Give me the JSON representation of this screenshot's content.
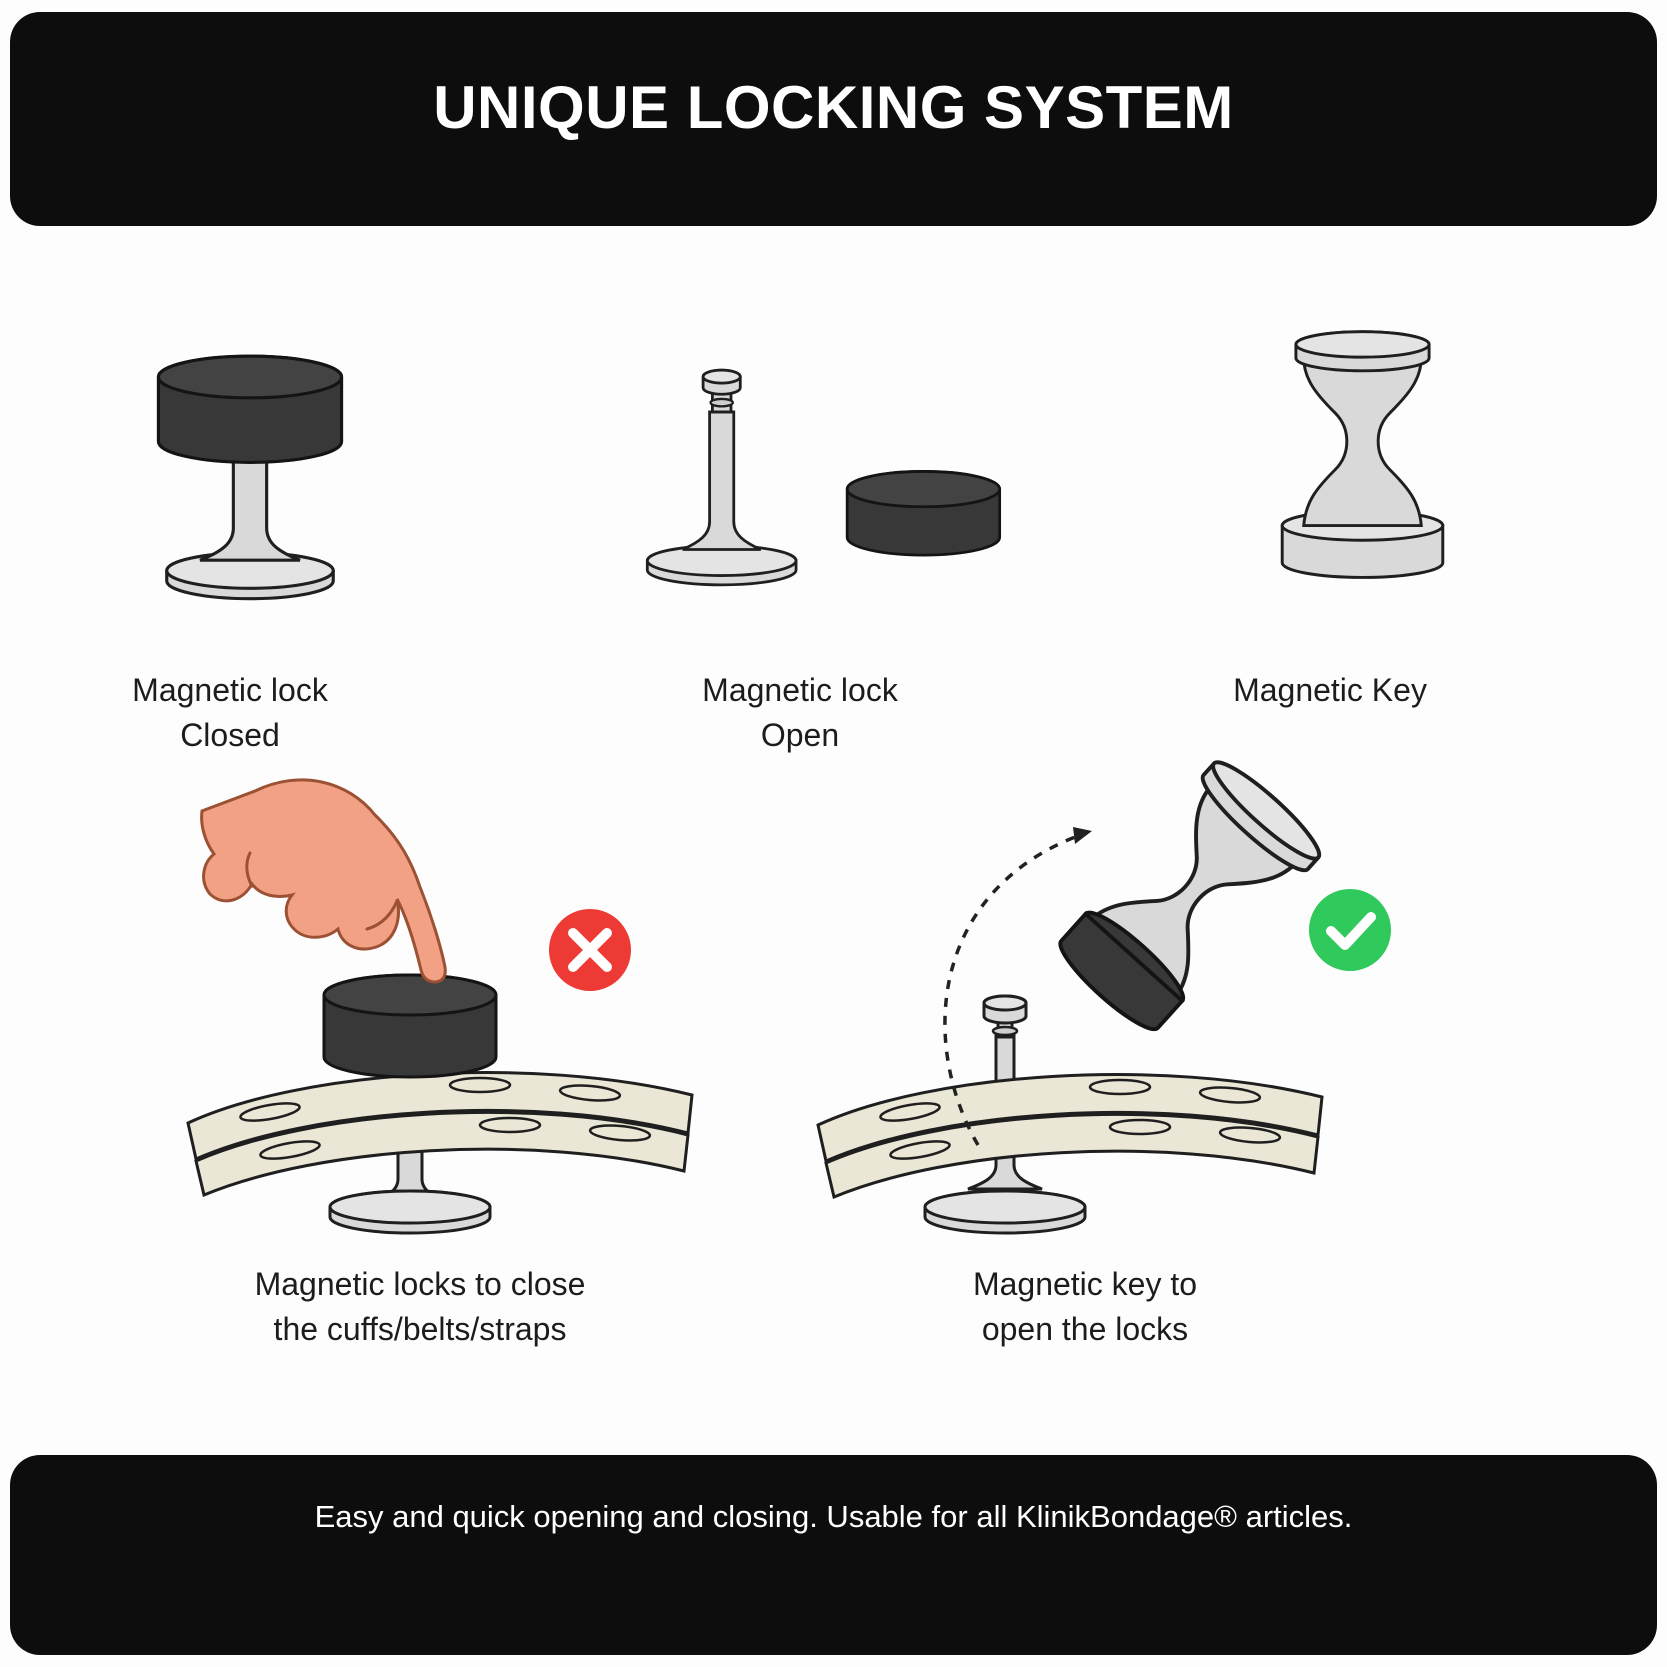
{
  "header": {
    "title": "UNIQUE LOCKING SYSTEM"
  },
  "figures": {
    "lock_closed": {
      "caption_line1": "Magnetic lock",
      "caption_line2": "Closed"
    },
    "lock_open": {
      "caption_line1": "Magnetic lock",
      "caption_line2": "Open"
    },
    "magnetic_key": {
      "caption_line1": "Magnetic Key",
      "caption_line2": ""
    },
    "close_demo": {
      "caption_line1": "Magnetic locks to close",
      "caption_line2": "the cuffs/belts/straps"
    },
    "open_demo": {
      "caption_line1": "Magnetic key to",
      "caption_line2": "open the locks"
    }
  },
  "footer": {
    "text": "Easy and quick opening and closing. Usable for all KlinikBondage® articles."
  },
  "icons": {
    "error": "x-mark",
    "success": "check-mark",
    "direction": "dashed-curved-arrow"
  },
  "colors": {
    "banner": "#0d0d0d",
    "lock_dark": "#383838",
    "lock_dark_top": "#434343",
    "metal_light": "#d9d9d9",
    "metal_light_top": "#e4e4e4",
    "strap": "#ebe7d6",
    "skin": "#f2a184",
    "error_red": "#ee3a34",
    "success_green": "#2fc95c"
  }
}
